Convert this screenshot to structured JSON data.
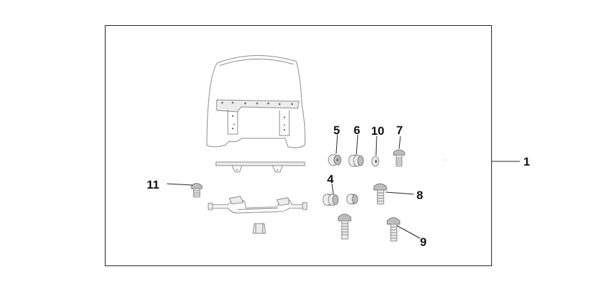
{
  "diagram": {
    "callouts": {
      "c1": "1",
      "c4": "4",
      "c5": "5",
      "c6": "6",
      "c7": "7",
      "c8": "8",
      "c9": "9",
      "c10": "10",
      "c11": "11"
    },
    "colors": {
      "frame": "#222222",
      "line_art": "#8a8a8a",
      "label_text": "#111111"
    },
    "icons": [
      "windshield-icon",
      "bracket-bar-icon",
      "mount-stay-icon",
      "collar-icon",
      "bolt-icon",
      "grommet-icon",
      "washer-icon",
      "nut-icon"
    ]
  }
}
